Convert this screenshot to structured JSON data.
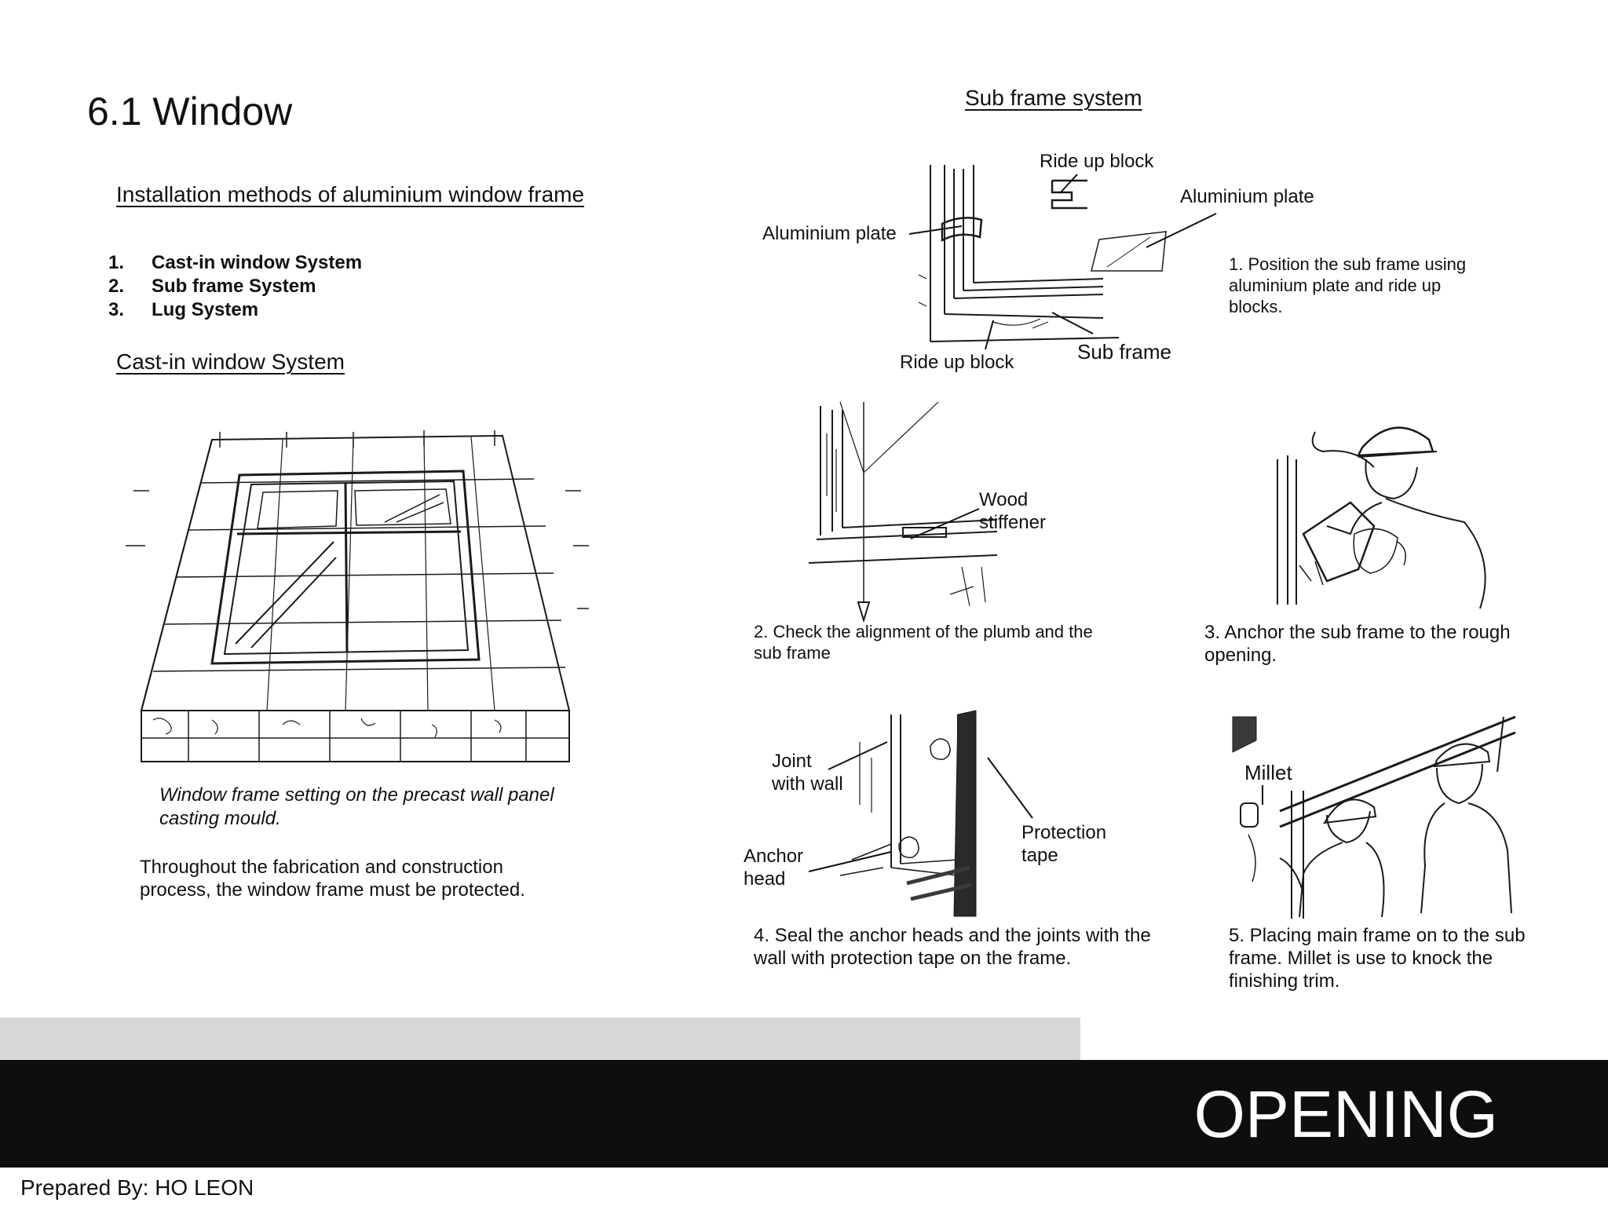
{
  "page": {
    "title": "6.1  Window",
    "subframe_heading": "Sub frame system",
    "install_heading": "Installation methods of aluminium window frame",
    "methods": [
      {
        "num": "1.",
        "label": "Cast-in window System"
      },
      {
        "num": "2.",
        "label": "Sub frame System"
      },
      {
        "num": "3.",
        "label": "Lug System"
      }
    ],
    "castin_heading": "Cast-in window System",
    "castin_caption_line1": "Window frame setting on the precast wall panel",
    "castin_caption_line2": "casting mould.",
    "castin_note_line1": "Throughout the fabrication and construction",
    "castin_note_line2": "process, the window frame must be protected."
  },
  "step1": {
    "label_rideup_top": "Ride up block",
    "label_alum_left": "Aluminium plate",
    "label_alum_right": "Aluminium plate",
    "label_rideup_bottom": "Ride up block",
    "label_subframe": "Sub frame",
    "caption": "1. Position the sub frame using aluminium plate and ride up blocks."
  },
  "step2": {
    "label_wood_1": "Wood",
    "label_wood_2": "stiffener",
    "caption": "2. Check the alignment of the plumb and the sub frame"
  },
  "step3": {
    "caption": "3. Anchor the sub frame to the rough opening."
  },
  "step4": {
    "label_joint_1": "Joint",
    "label_joint_2": "with wall",
    "label_anchor_1": "Anchor",
    "label_anchor_2": "head",
    "label_tape_1": "Protection",
    "label_tape_2": "tape",
    "caption": "4. Seal the anchor heads and the joints with the wall with protection tape on the frame."
  },
  "step5": {
    "label_millet": "Millet",
    "caption": "5. Placing main frame on to the sub frame. Millet is use to knock the finishing trim."
  },
  "footer": {
    "banner_title": "OPENING",
    "prepared_by": "Prepared By: HO LEON"
  },
  "colors": {
    "banner": "#0e0e0e",
    "grey_band": "#d9d8d9",
    "text": "#111111"
  }
}
